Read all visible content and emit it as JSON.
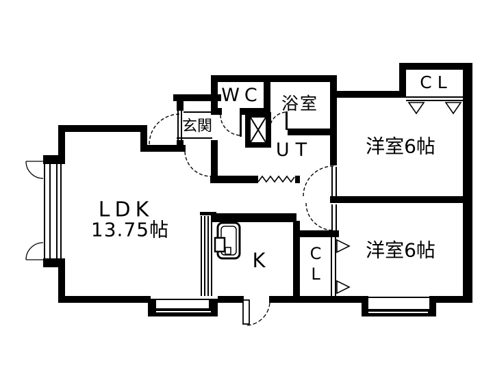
{
  "meta": {
    "drawing_type": "apartment floor plan",
    "background_color": "#ffffff",
    "wall_color": "#000000"
  },
  "rooms": {
    "ldk": {
      "name": "LDK",
      "size": "13.75帖"
    },
    "kitchen": {
      "name": "K"
    },
    "entrance": {
      "name": "玄関"
    },
    "wc": {
      "name": "WC"
    },
    "bath": {
      "name": "浴室"
    },
    "utility": {
      "name": "UT"
    },
    "bedroom_top": {
      "name": "洋室6帖"
    },
    "bedroom_bottom": {
      "name": "洋室6帖"
    },
    "closet_top": {
      "name": "CL"
    },
    "closet_bottom": {
      "name": "CL"
    }
  }
}
